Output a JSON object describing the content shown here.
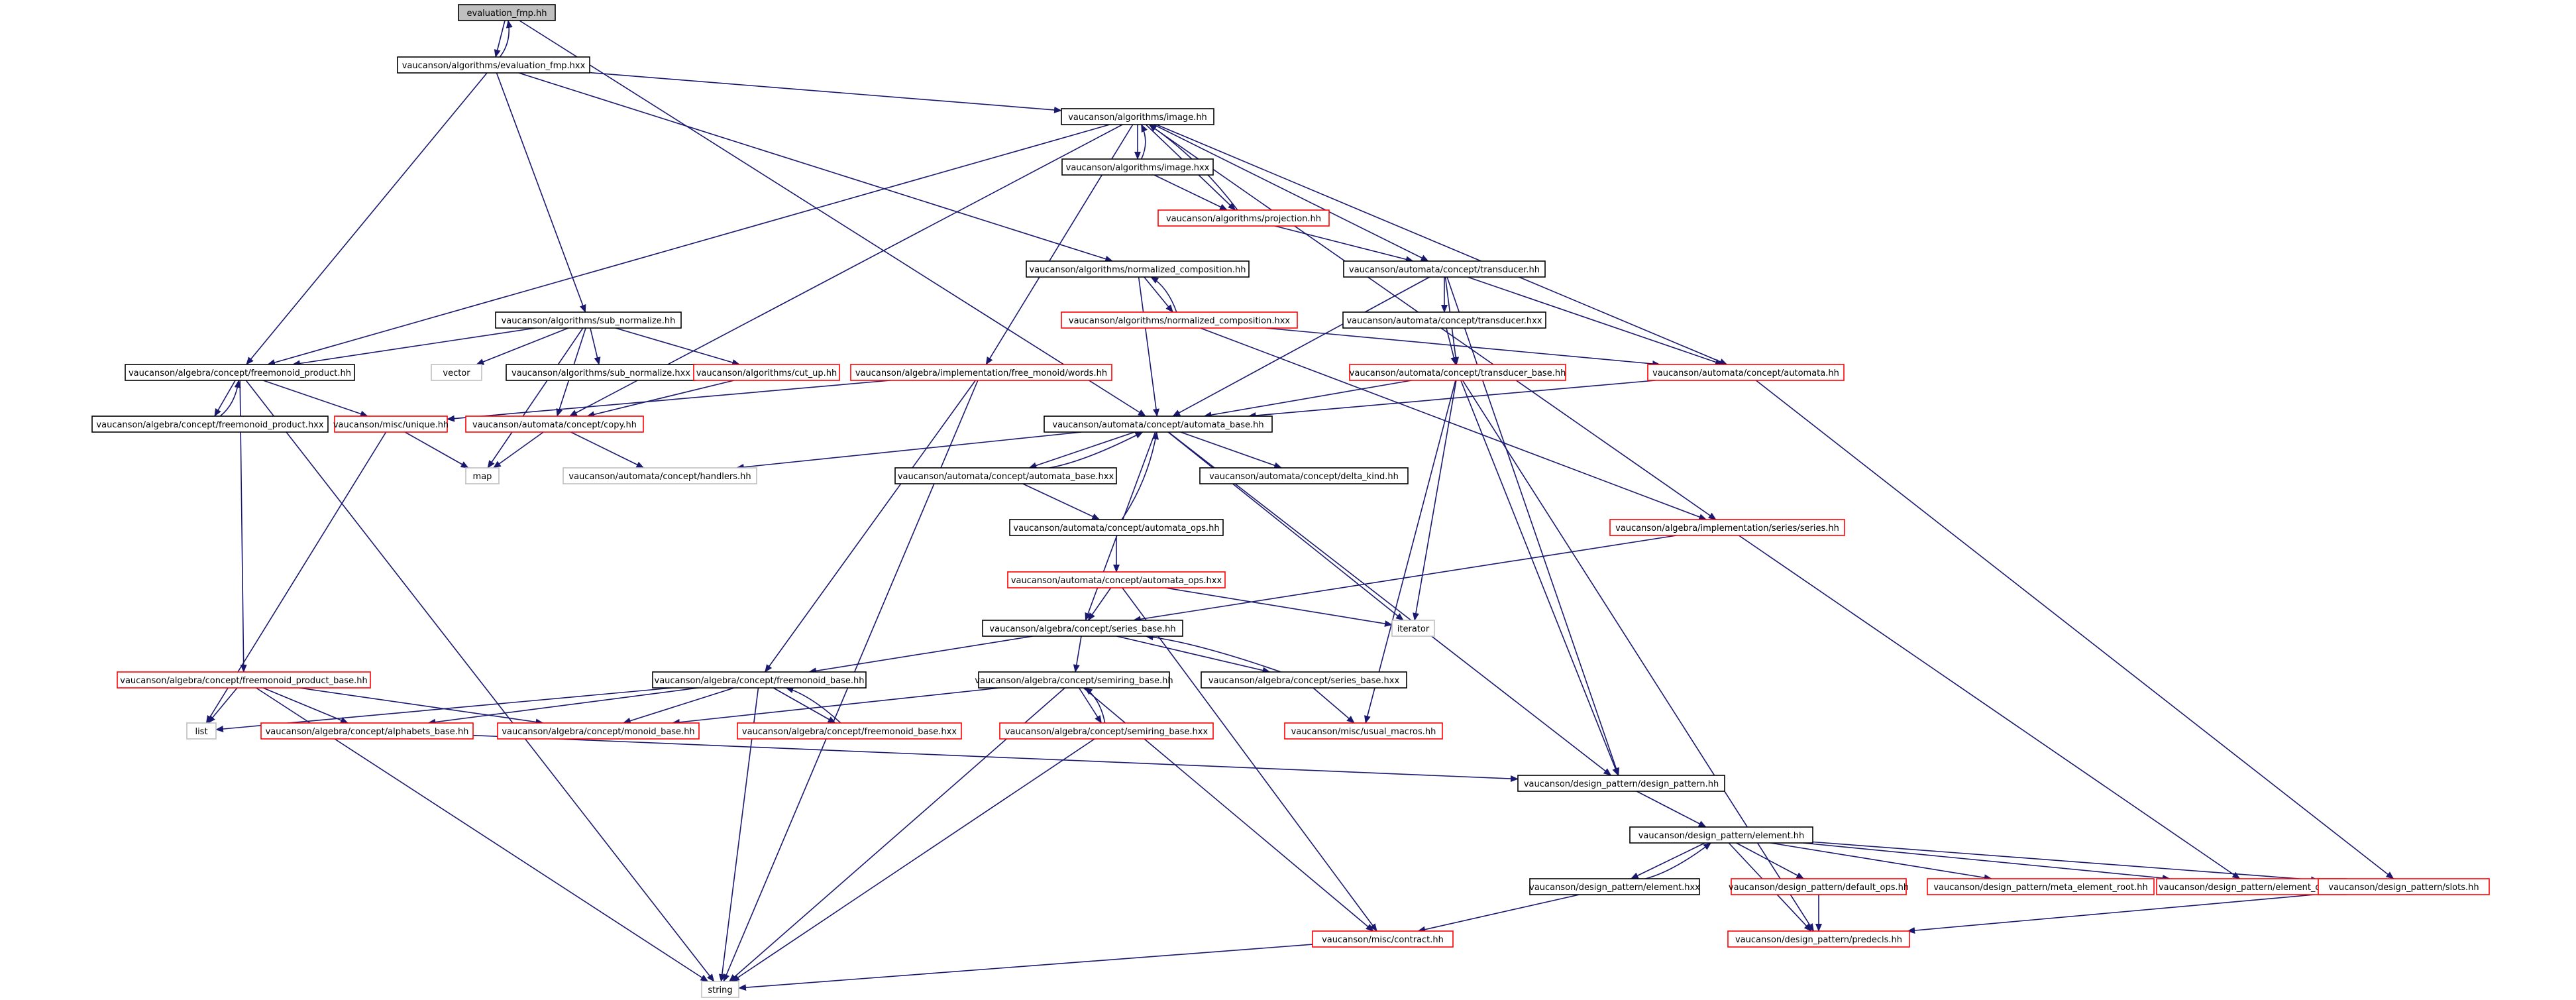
{
  "colors": {
    "edge": "#191970",
    "root_fill": "#bfbfbf",
    "root_border": "#000000",
    "documented_border": "#000000",
    "undocumented_border": "#ff0000",
    "system_border": "#bfbfbf",
    "node_fill": "#ffffff"
  },
  "nodes": [
    {
      "id": "n0",
      "label": "evaluation_fmp.hh",
      "kind": "root"
    },
    {
      "id": "n1",
      "label": "vaucanson/algorithms/evaluation_fmp.hxx",
      "kind": "documented"
    },
    {
      "id": "n2",
      "label": "vaucanson/algorithms/image.hh",
      "kind": "documented"
    },
    {
      "id": "n3",
      "label": "vaucanson/algorithms/image.hxx",
      "kind": "documented"
    },
    {
      "id": "n4",
      "label": "vaucanson/algorithms/projection.hh",
      "kind": "undocumented"
    },
    {
      "id": "n5",
      "label": "vaucanson/algorithms/normalized_composition.hh",
      "kind": "documented"
    },
    {
      "id": "n6",
      "label": "vaucanson/automata/concept/transducer.hh",
      "kind": "documented"
    },
    {
      "id": "n7",
      "label": "vaucanson/algorithms/normalized_composition.hxx",
      "kind": "undocumented"
    },
    {
      "id": "n8",
      "label": "vaucanson/automata/concept/transducer.hxx",
      "kind": "documented"
    },
    {
      "id": "n9",
      "label": "vaucanson/algorithms/sub_normalize.hh",
      "kind": "documented"
    },
    {
      "id": "n10",
      "label": "vaucanson/algebra/concept/freemonoid_product.hh",
      "kind": "documented"
    },
    {
      "id": "n11",
      "label": "vector",
      "kind": "system"
    },
    {
      "id": "n12",
      "label": "vaucanson/algorithms/sub_normalize.hxx",
      "kind": "documented"
    },
    {
      "id": "n13",
      "label": "vaucanson/algorithms/cut_up.hh",
      "kind": "undocumented"
    },
    {
      "id": "n14",
      "label": "vaucanson/algebra/implementation/free_monoid/words.hh",
      "kind": "undocumented"
    },
    {
      "id": "n15",
      "label": "vaucanson/automata/concept/transducer_base.hh",
      "kind": "undocumented"
    },
    {
      "id": "n16",
      "label": "vaucanson/automata/concept/automata.hh",
      "kind": "undocumented"
    },
    {
      "id": "n17",
      "label": "vaucanson/algebra/concept/freemonoid_product.hxx",
      "kind": "documented"
    },
    {
      "id": "n18",
      "label": "vaucanson/misc/unique.hh",
      "kind": "undocumented"
    },
    {
      "id": "n19",
      "label": "vaucanson/automata/concept/copy.hh",
      "kind": "undocumented"
    },
    {
      "id": "n20",
      "label": "vaucanson/automata/concept/automata_base.hh",
      "kind": "documented"
    },
    {
      "id": "n21",
      "label": "map",
      "kind": "system"
    },
    {
      "id": "n22",
      "label": "vaucanson/automata/concept/handlers.hh",
      "kind": "system"
    },
    {
      "id": "n23",
      "label": "vaucanson/automata/concept/automata_base.hxx",
      "kind": "documented"
    },
    {
      "id": "n24",
      "label": "vaucanson/automata/concept/delta_kind.hh",
      "kind": "documented"
    },
    {
      "id": "n25",
      "label": "vaucanson/automata/concept/automata_ops.hh",
      "kind": "documented"
    },
    {
      "id": "n26",
      "label": "vaucanson/algebra/implementation/series/series.hh",
      "kind": "undocumented"
    },
    {
      "id": "n27",
      "label": "vaucanson/automata/concept/automata_ops.hxx",
      "kind": "undocumented"
    },
    {
      "id": "n28",
      "label": "iterator",
      "kind": "system"
    },
    {
      "id": "n29",
      "label": "vaucanson/algebra/concept/series_base.hh",
      "kind": "documented"
    },
    {
      "id": "n30",
      "label": "vaucanson/algebra/concept/freemonoid_product_base.hh",
      "kind": "undocumented"
    },
    {
      "id": "n31",
      "label": "vaucanson/algebra/concept/freemonoid_base.hh",
      "kind": "documented"
    },
    {
      "id": "n32",
      "label": "vaucanson/algebra/concept/semiring_base.hh",
      "kind": "documented"
    },
    {
      "id": "n33",
      "label": "vaucanson/algebra/concept/series_base.hxx",
      "kind": "documented"
    },
    {
      "id": "n34",
      "label": "list",
      "kind": "system"
    },
    {
      "id": "n35",
      "label": "vaucanson/algebra/concept/alphabets_base.hh",
      "kind": "undocumented"
    },
    {
      "id": "n36",
      "label": "vaucanson/algebra/concept/monoid_base.hh",
      "kind": "undocumented"
    },
    {
      "id": "n37",
      "label": "vaucanson/algebra/concept/freemonoid_base.hxx",
      "kind": "undocumented"
    },
    {
      "id": "n38",
      "label": "vaucanson/algebra/concept/semiring_base.hxx",
      "kind": "undocumented"
    },
    {
      "id": "n39",
      "label": "vaucanson/misc/usual_macros.hh",
      "kind": "undocumented"
    },
    {
      "id": "n40",
      "label": "vaucanson/design_pattern/design_pattern.hh",
      "kind": "documented"
    },
    {
      "id": "n41",
      "label": "vaucanson/design_pattern/element.hh",
      "kind": "documented"
    },
    {
      "id": "n42",
      "label": "vaucanson/design_pattern/element.hxx",
      "kind": "documented"
    },
    {
      "id": "n43",
      "label": "vaucanson/design_pattern/default_ops.hh",
      "kind": "undocumented"
    },
    {
      "id": "n44",
      "label": "vaucanson/design_pattern/meta_element_root.hh",
      "kind": "undocumented"
    },
    {
      "id": "n45",
      "label": "vaucanson/design_pattern/element_ops.hh",
      "kind": "undocumented"
    },
    {
      "id": "n46",
      "label": "vaucanson/design_pattern/slots.hh",
      "kind": "undocumented"
    },
    {
      "id": "n47",
      "label": "vaucanson/misc/contract.hh",
      "kind": "undocumented"
    },
    {
      "id": "n48",
      "label": "vaucanson/design_pattern/predecls.hh",
      "kind": "undocumented"
    },
    {
      "id": "n49",
      "label": "string",
      "kind": "system"
    }
  ]
}
